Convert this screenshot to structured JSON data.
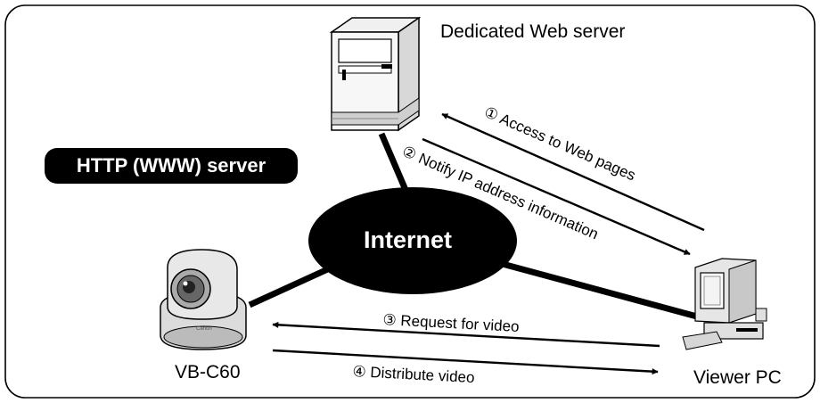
{
  "badge": {
    "label": "HTTP (WWW) server"
  },
  "internet": {
    "label": "Internet"
  },
  "nodes": {
    "web_server": "Dedicated Web server",
    "camera": "VB-C60",
    "viewer": "Viewer PC"
  },
  "steps": {
    "s1": "① Access to Web pages",
    "s2": "② Notify IP address information",
    "s3": "③ Request for video",
    "s4": "④ Distribute video"
  },
  "camera_brand": "Canon"
}
